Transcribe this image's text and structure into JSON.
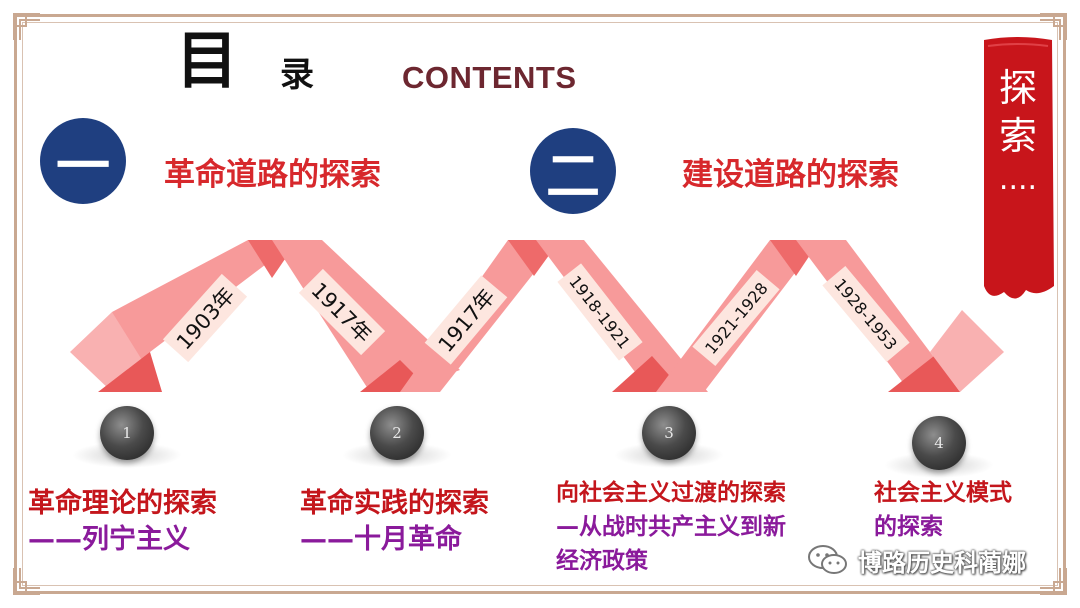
{
  "title": {
    "mu": "目",
    "lu": "录",
    "en": "CONTENTS"
  },
  "sections": [
    {
      "numeral": "一",
      "title": "革命道路的探索"
    },
    {
      "numeral": "二",
      "title": "建设道路的探索"
    }
  ],
  "banner": {
    "line1": "探",
    "line2": "索",
    "line3": "...."
  },
  "years": [
    "1903年",
    "1917年",
    "1917年",
    "1918-1921",
    "1921-1928",
    "1928-1953"
  ],
  "milestones": [
    {
      "num": "1",
      "line1": "革命理论的探索",
      "line2": "——列宁主义"
    },
    {
      "num": "2",
      "line1": "革命实践的探索",
      "line2": "——十月革命"
    },
    {
      "num": "3",
      "line1": "向社会主义过渡的探索",
      "line2": "—从战时共产主义到新",
      "line3": "经济政策"
    },
    {
      "num": "4",
      "line1": "社会主义模式",
      "line2": "的探索"
    }
  ],
  "watermark": {
    "text": "博路历史科蔺娜"
  },
  "colors": {
    "navy": "#1f3f80",
    "red": "#d7282c",
    "purple": "#8a1a9b",
    "ribbon": "#f47a7a",
    "banner": "#c8151b"
  }
}
